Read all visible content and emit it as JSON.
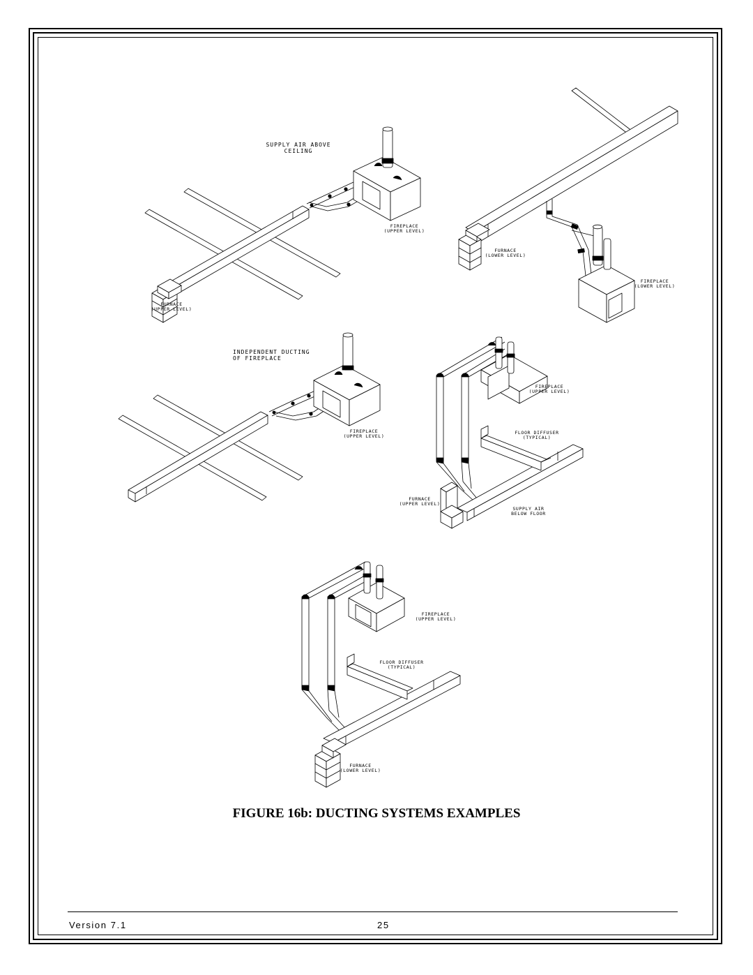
{
  "figure": {
    "title": "FIGURE 16b: DUCTING SYSTEMS EXAMPLES"
  },
  "diagrams": {
    "d1": {
      "heading_line1": "SUPPLY AIR ABOVE",
      "heading_line2": "CEILING",
      "fireplace_line1": "FIREPLACE",
      "fireplace_line2": "(UPPER LEVEL)",
      "furnace_line1": "FURNACE",
      "furnace_line2": "(UPPER LEVEL)"
    },
    "d2": {
      "furnace_line1": "FURNACE",
      "furnace_line2": "(LOWER LEVEL)",
      "fireplace_line1": "FIREPLACE",
      "fireplace_line2": "(LOWER LEVEL)"
    },
    "d3": {
      "heading_line1": "INDEPENDENT DUCTING",
      "heading_line2": "OF FIREPLACE",
      "fireplace_line1": "FIREPLACE",
      "fireplace_line2": "(UPPER LEVEL)"
    },
    "d4": {
      "fireplace_line1": "FIREPLACE",
      "fireplace_line2": "(UPPER LEVEL)",
      "diffuser_line1": "FLOOR DIFFUSER",
      "diffuser_line2": "(TYPICAL)",
      "furnace_line1": "FURNACE",
      "furnace_line2": "(UPPER LEVEL)",
      "supply_line1": "SUPPLY AIR",
      "supply_line2": "BELOW FLOOR"
    },
    "d5": {
      "fireplace_line1": "FIREPLACE",
      "fireplace_line2": "(UPPER LEVEL)",
      "diffuser_line1": "FLOOR DIFFUSER",
      "diffuser_line2": "(TYPICAL)",
      "furnace_line1": "FURNACE",
      "furnace_line2": "(LOWER LEVEL)"
    }
  },
  "footer": {
    "version": "Version 7.1",
    "page_number": "25"
  }
}
